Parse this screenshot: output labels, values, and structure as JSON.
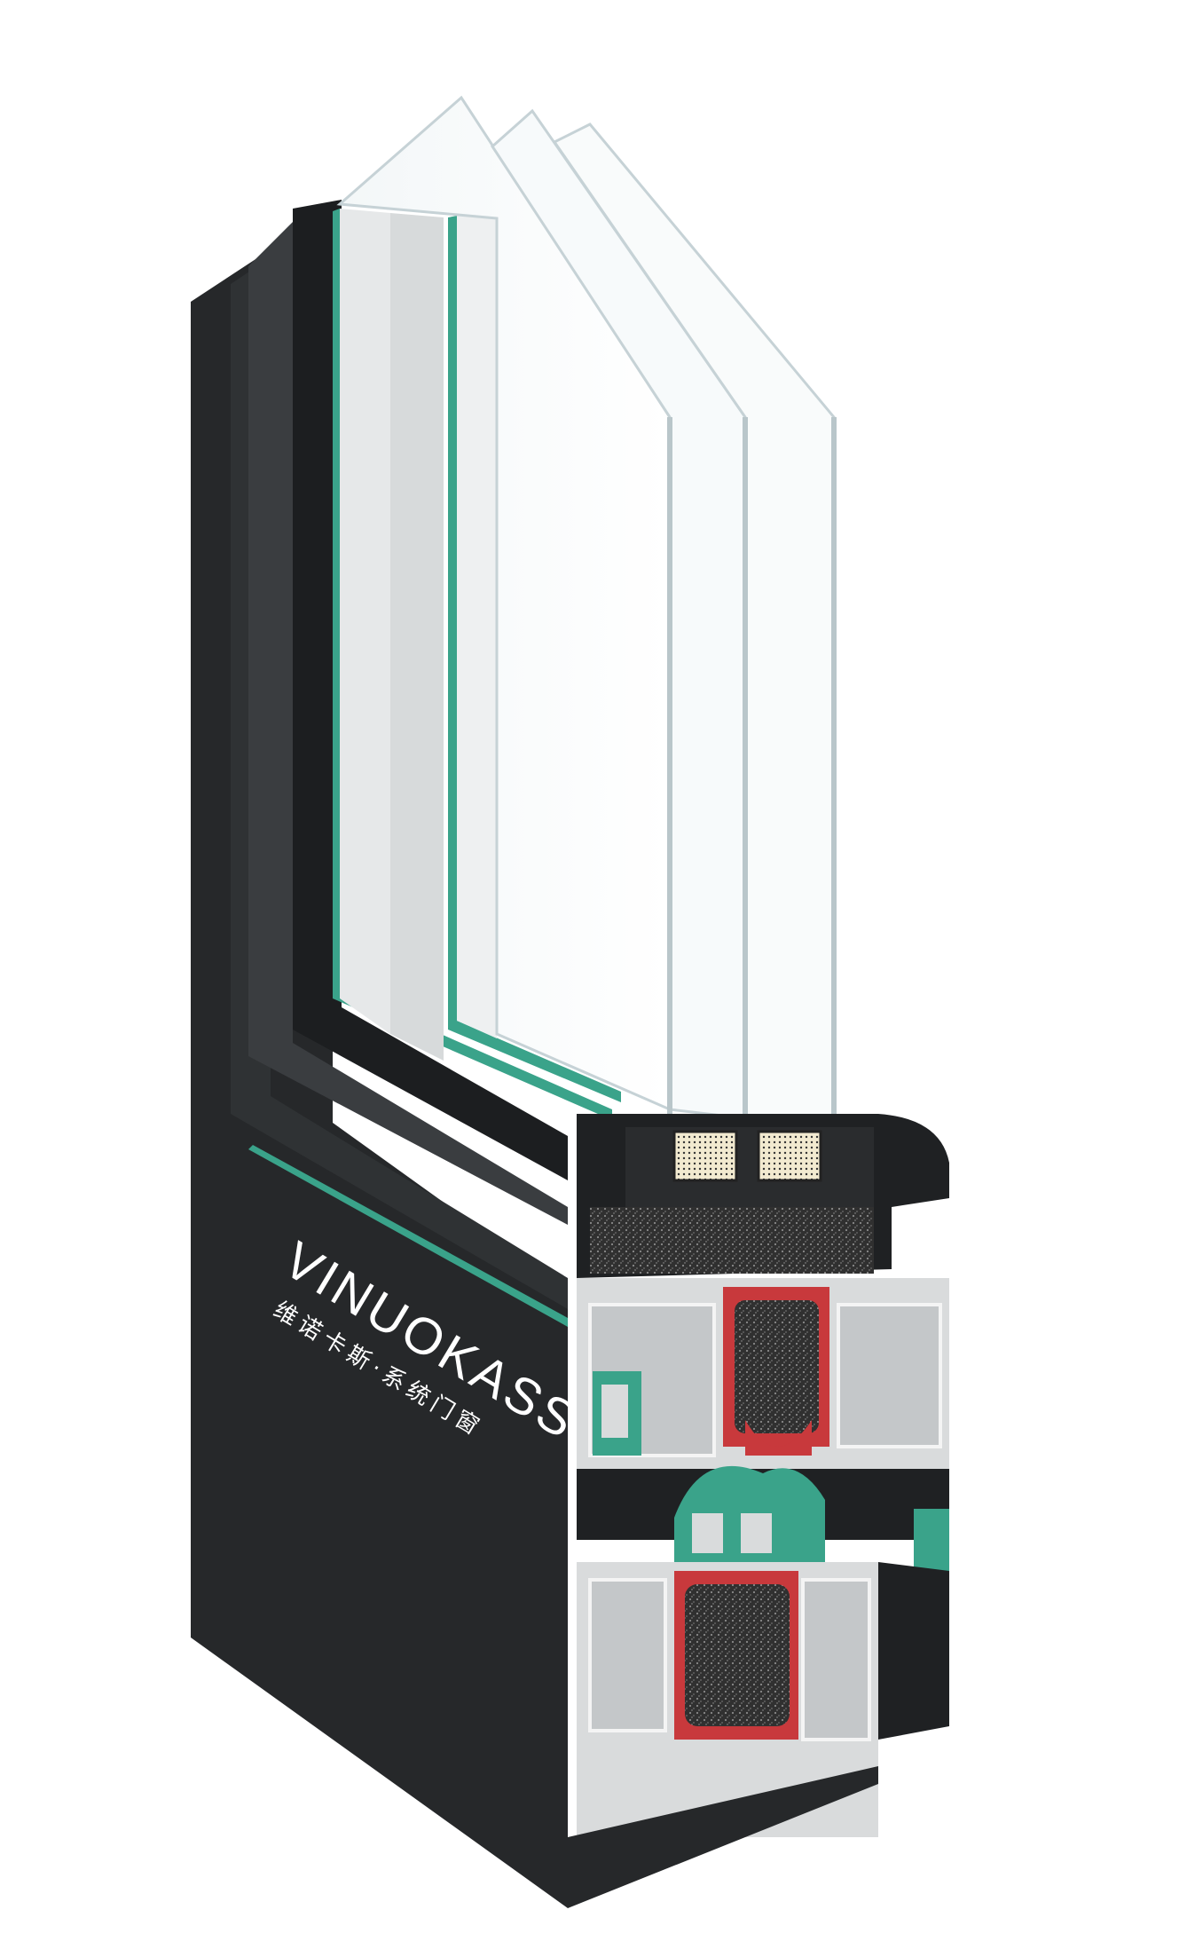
{
  "image": {
    "subject": "window-frame-cross-section",
    "colors": {
      "frame": "#26282a",
      "frame_edge": "#3a3d40",
      "thermal_break": "#3aa38a",
      "gasket": "#c8393c",
      "insulation_foam": "#2b2b2b",
      "aluminium": "#d9dbdc",
      "glass": "#e9f2f4"
    }
  },
  "brand": {
    "name": "VINUOKASS",
    "tagline": "维诺卡斯·系统门窗"
  }
}
